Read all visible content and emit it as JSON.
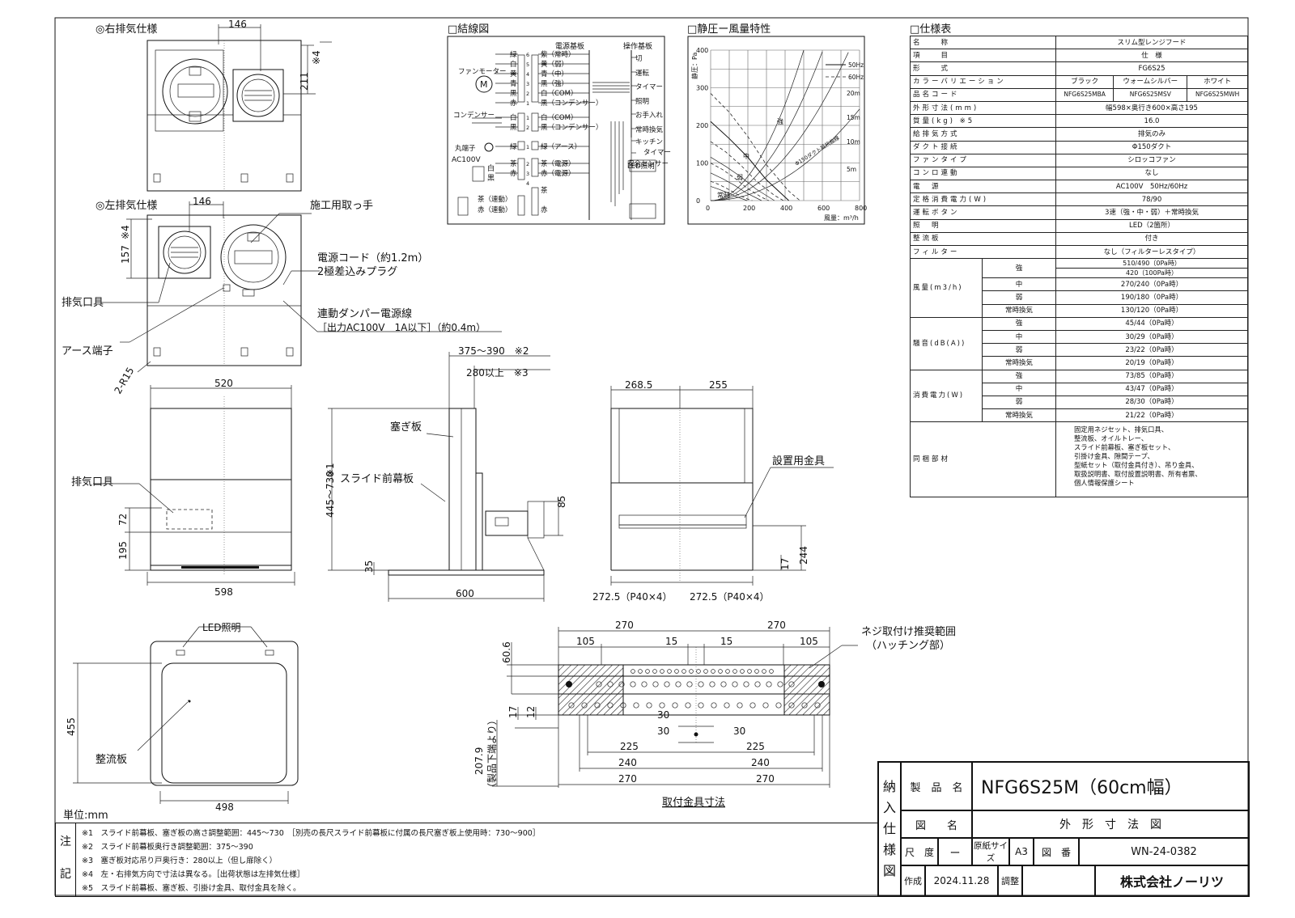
{
  "views": {
    "right_exhaust": "◎右排気仕様",
    "left_exhaust": "◎左排気仕様",
    "wiring": "□結線図",
    "pq_curve": "□静圧ー風量特性",
    "spec": "□仕様表",
    "mount_dims": "取付金具寸法"
  },
  "labels": {
    "handle": "施工用取っ手",
    "cord": "電源コード（約1.2m）",
    "plug": "2極差込みプラグ",
    "exhaust_fitting": "排気口具",
    "damper_line": "連動ダンパー電源線",
    "damper_spec": "［出力AC100V　1A以下］（約0.4m）",
    "earth": "アース端子",
    "r15": "2-R15",
    "close_plate": "塞ぎ板",
    "slide_panel": "スライド前幕板",
    "exhaust_fitting2": "排気口具",
    "mount_bracket": "設置用金具",
    "led": "LED照明",
    "rectifier": "整流板",
    "unit": "単位:mm",
    "screw_range": "ネジ取付け推奨範囲",
    "hatch_part": "（ハッチング部）",
    "from_bottom": "（製品下端より）"
  },
  "dims": {
    "d146a": "146",
    "d211": "211",
    "d4a": "※4",
    "d146b": "146",
    "d157": "157",
    "d4b": "※4",
    "d520": "520",
    "d598": "598",
    "d72": "72",
    "d195": "195",
    "d375": "375～390　※2",
    "d280": "280以上　※3",
    "d445": "445～730",
    "d1": "※1",
    "d85": "85",
    "d35": "35",
    "d600": "600",
    "d268": "268.5",
    "d255": "255",
    "d17": "17",
    "d244": "244",
    "d272a": "272.5（P40×4）",
    "d272b": "272.5（P40×4）",
    "d455": "455",
    "d498": "498",
    "m270a": "270",
    "m270b": "270",
    "m105a": "105",
    "m15a": "15",
    "m15b": "15",
    "m105b": "105",
    "m606": "60.6",
    "m17": "17",
    "m12": "12",
    "m30a": "30",
    "m30b": "30",
    "m30c": "30",
    "m225a": "225",
    "m225b": "225",
    "m240a": "240",
    "m240b": "240",
    "m270c": "270",
    "m270d": "270",
    "m2079": "207.9"
  },
  "wiring": {
    "board1": "電源基板",
    "board2": "操作基板",
    "fan": "ファンモーター",
    "motor": "M",
    "cond": "コンデンサー",
    "terminal": "丸端子",
    "ac": "AC100V",
    "white": "白",
    "black": "黒",
    "wires": [
      "紫（常時）",
      "黄（弱）",
      "青（中）",
      "黒（強）",
      "白（COM）",
      "黒（コンデンサー）",
      "白（COM）",
      "黒（コンデンサー）",
      "緑（アース）",
      "茶（電源）",
      "赤（電源）"
    ],
    "left_colors": [
      "緑",
      "白",
      "黄",
      "青",
      "黒",
      "赤",
      "白",
      "黒",
      "緑",
      "茶",
      "赤"
    ],
    "nums": [
      "6",
      "5",
      "4",
      "3",
      "2",
      "1",
      "1",
      "2",
      "1",
      "2",
      "3",
      "4"
    ],
    "damper": [
      "茶（連動）",
      "赤（連動）"
    ],
    "damper_r": [
      "茶",
      "赤"
    ],
    "ops": [
      "切",
      "運転",
      "タイマー",
      "照明",
      "お手入れ",
      "常時換気",
      "キッチンタイマー",
      "安全センサー",
      "LED照明"
    ]
  },
  "chart_data": {
    "type": "line",
    "xlabel": "風量：m³/h",
    "ylabel": "静圧：Pa",
    "xlim": [
      0,
      800
    ],
    "ylim": [
      0,
      400
    ],
    "x_ticks": [
      "0",
      "200",
      "400",
      "600",
      "800"
    ],
    "y_ticks": [
      "0",
      "100",
      "200",
      "300",
      "400"
    ],
    "series": [
      {
        "name": "50Hz",
        "style": "solid",
        "points": [
          [
            0,
            210
          ],
          [
            100,
            165
          ],
          [
            200,
            115
          ],
          [
            300,
            55
          ],
          [
            420,
            0
          ]
        ]
      },
      {
        "name": "60Hz",
        "style": "dashed",
        "points": [
          [
            0,
            285
          ],
          [
            100,
            235
          ],
          [
            200,
            170
          ],
          [
            300,
            95
          ],
          [
            420,
            25
          ],
          [
            480,
            0
          ]
        ]
      }
    ],
    "curve_labels": [
      "強",
      "中",
      "弱",
      "常時"
    ],
    "duct_labels": [
      "20m",
      "15m",
      "10m",
      "5m"
    ],
    "duct_note": "Φ150ダクト抵抗曲線"
  },
  "spec": {
    "rows": [
      [
        "名　　称",
        "スリム型レンジフード"
      ],
      [
        "項　　目",
        "仕　様"
      ],
      [
        "形　　式",
        "FG6S25"
      ]
    ],
    "color_key": "カラーバリエーション",
    "colors": [
      "ブラック",
      "ウォームシルバー",
      "ホワイト"
    ],
    "code_key": "品名コード",
    "codes": [
      "NFG6S25MBA",
      "NFG6S25MSV",
      "NFG6S25MWH"
    ],
    "rows2": [
      [
        "外形寸法(mm)",
        "幅598×奥行き600×高さ195"
      ],
      [
        "質量(kg) ※5",
        "16.0"
      ],
      [
        "給排気方式",
        "排気のみ"
      ],
      [
        "ダクト接続",
        "Φ150ダクト"
      ],
      [
        "ファンタイプ",
        "シロッコファン"
      ],
      [
        "コンロ連動",
        "なし"
      ],
      [
        "電　源",
        "AC100V　50Hz/60Hz"
      ],
      [
        "定格消費電力(W)",
        "78/90"
      ],
      [
        "運転ボタン",
        "3速（強・中・弱）＋常時換気"
      ],
      [
        "照　明",
        "LED（2箇所）"
      ],
      [
        "整流板",
        "付き"
      ],
      [
        "フィルター",
        "なし（フィルターレスタイプ）"
      ]
    ],
    "airflow_key": "風量(m3/h)",
    "airflow": [
      [
        "強",
        "510/490（0Pa時）",
        "420（100Pa時）"
      ],
      [
        "中",
        "270/240（0Pa時）"
      ],
      [
        "弱",
        "190/180（0Pa時）"
      ],
      [
        "常時換気",
        "130/120（0Pa時）"
      ]
    ],
    "noise_key": "騒音(dB(A))",
    "noise": [
      [
        "強",
        "45/44（0Pa時）"
      ],
      [
        "中",
        "30/29（0Pa時）"
      ],
      [
        "弱",
        "23/22（0Pa時）"
      ],
      [
        "常時換気",
        "20/19（0Pa時）"
      ]
    ],
    "power_key": "消費電力(W)",
    "power": [
      [
        "強",
        "73/85（0Pa時）"
      ],
      [
        "中",
        "43/47（0Pa時）"
      ],
      [
        "弱",
        "28/30（0Pa時）"
      ],
      [
        "常時換気",
        "21/22（0Pa時）"
      ]
    ],
    "incl_key": "同梱部材",
    "incl": [
      "固定用ネジセット、排気口具、",
      "整流板、オイルトレー、",
      "スライド前幕板、塞ぎ板セット、",
      "引掛け金具、隙間テープ、",
      "型紙セット（取付金具付き）、吊り金具、",
      "取扱説明書、取付設置説明書、所有者票、",
      "個人情報保護シート"
    ]
  },
  "notes": {
    "label": [
      "注",
      "記"
    ],
    "lines": [
      "※1　スライド前幕板、塞ぎ板の高さ調整範囲：445～730　［別売の長尺スライド前幕板に付属の長尺塞ぎ板上使用時：730～900］",
      "※2　スライド前幕板奥行き調整範囲：375～390",
      "※3　塞ぎ板対応吊り戸奥行き：280以上（但し扉除く）",
      "※4　左・右排気方向で寸法は異なる。［出荷状態は左排気仕様］",
      "※5　スライド前幕板、塞ぎ板、引掛け金具、取付金具を除く。"
    ]
  },
  "titleblock": {
    "side": [
      "納",
      "入",
      "仕",
      "様",
      "図"
    ],
    "product_key": "製　品　名",
    "product": "NFG6S25M（60cm幅）",
    "drawing_key": "図　　名",
    "drawing": "外　形　寸　法　図",
    "scale_key": "尺　度",
    "scale": "ー",
    "paper_key": "原紙サイズ",
    "paper": "A3",
    "no_key": "図　番",
    "no": "WN-24-0382",
    "made_key": "作成",
    "date": "2024.11.28",
    "check_key": "調整",
    "company": "株式会社ノーリツ"
  }
}
